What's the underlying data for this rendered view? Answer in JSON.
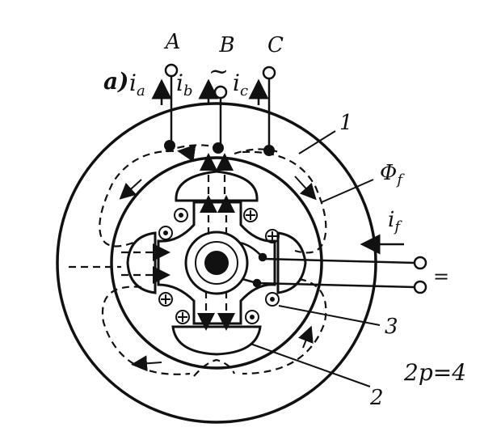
{
  "figure": {
    "panel": "a)",
    "phases": [
      "A",
      "B",
      "C"
    ],
    "currents": {
      "a": "i",
      "b": "i",
      "c": "i",
      "a_sub": "a",
      "b_sub": "b",
      "c_sub": "c"
    },
    "ac_symbol": "~",
    "stator_label": "1",
    "rotor_label": "2",
    "slip_ring_label": "3",
    "flux": {
      "symbol": "Φ",
      "sub": "f"
    },
    "field_current": {
      "symbol": "i",
      "sub": "f"
    },
    "dc_symbol": "=",
    "poles": "2p=4"
  }
}
